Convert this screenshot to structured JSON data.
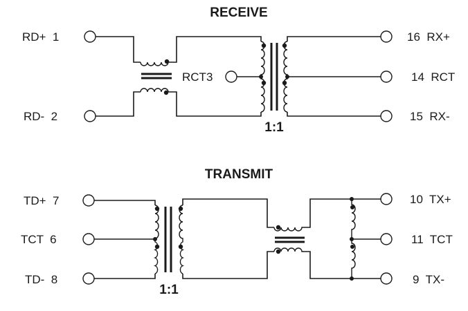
{
  "receive": {
    "title": "RECEIVE",
    "left_pins": [
      {
        "name": "RD+",
        "number": "1",
        "label": "RD+  1"
      },
      {
        "name": "RD-",
        "number": "2",
        "label": "RD-  2"
      }
    ],
    "center_tap_label": "RCT3",
    "ratio": "1:1",
    "right_pins": [
      {
        "number": "16",
        "name": "RX+",
        "label": "16  RX+"
      },
      {
        "number": "14",
        "name": "RCT",
        "label": "14  RCT"
      },
      {
        "number": "15",
        "name": "RX-",
        "label": "15  RX-"
      }
    ]
  },
  "transmit": {
    "title": "TRANSMIT",
    "left_pins": [
      {
        "name": "TD+",
        "number": "7",
        "label": "TD+  7"
      },
      {
        "name": "TCT",
        "number": "6",
        "label": "TCT  6"
      },
      {
        "name": "TD-",
        "number": "8",
        "label": "TD-  8"
      }
    ],
    "ratio": "1:1",
    "right_pins": [
      {
        "number": "10",
        "name": "TX+",
        "label": "10  TX+"
      },
      {
        "number": "11",
        "name": "TCT",
        "label": "11  TCT"
      },
      {
        "number": "9",
        "name": "TX-",
        "label": "9  TX-"
      }
    ]
  }
}
